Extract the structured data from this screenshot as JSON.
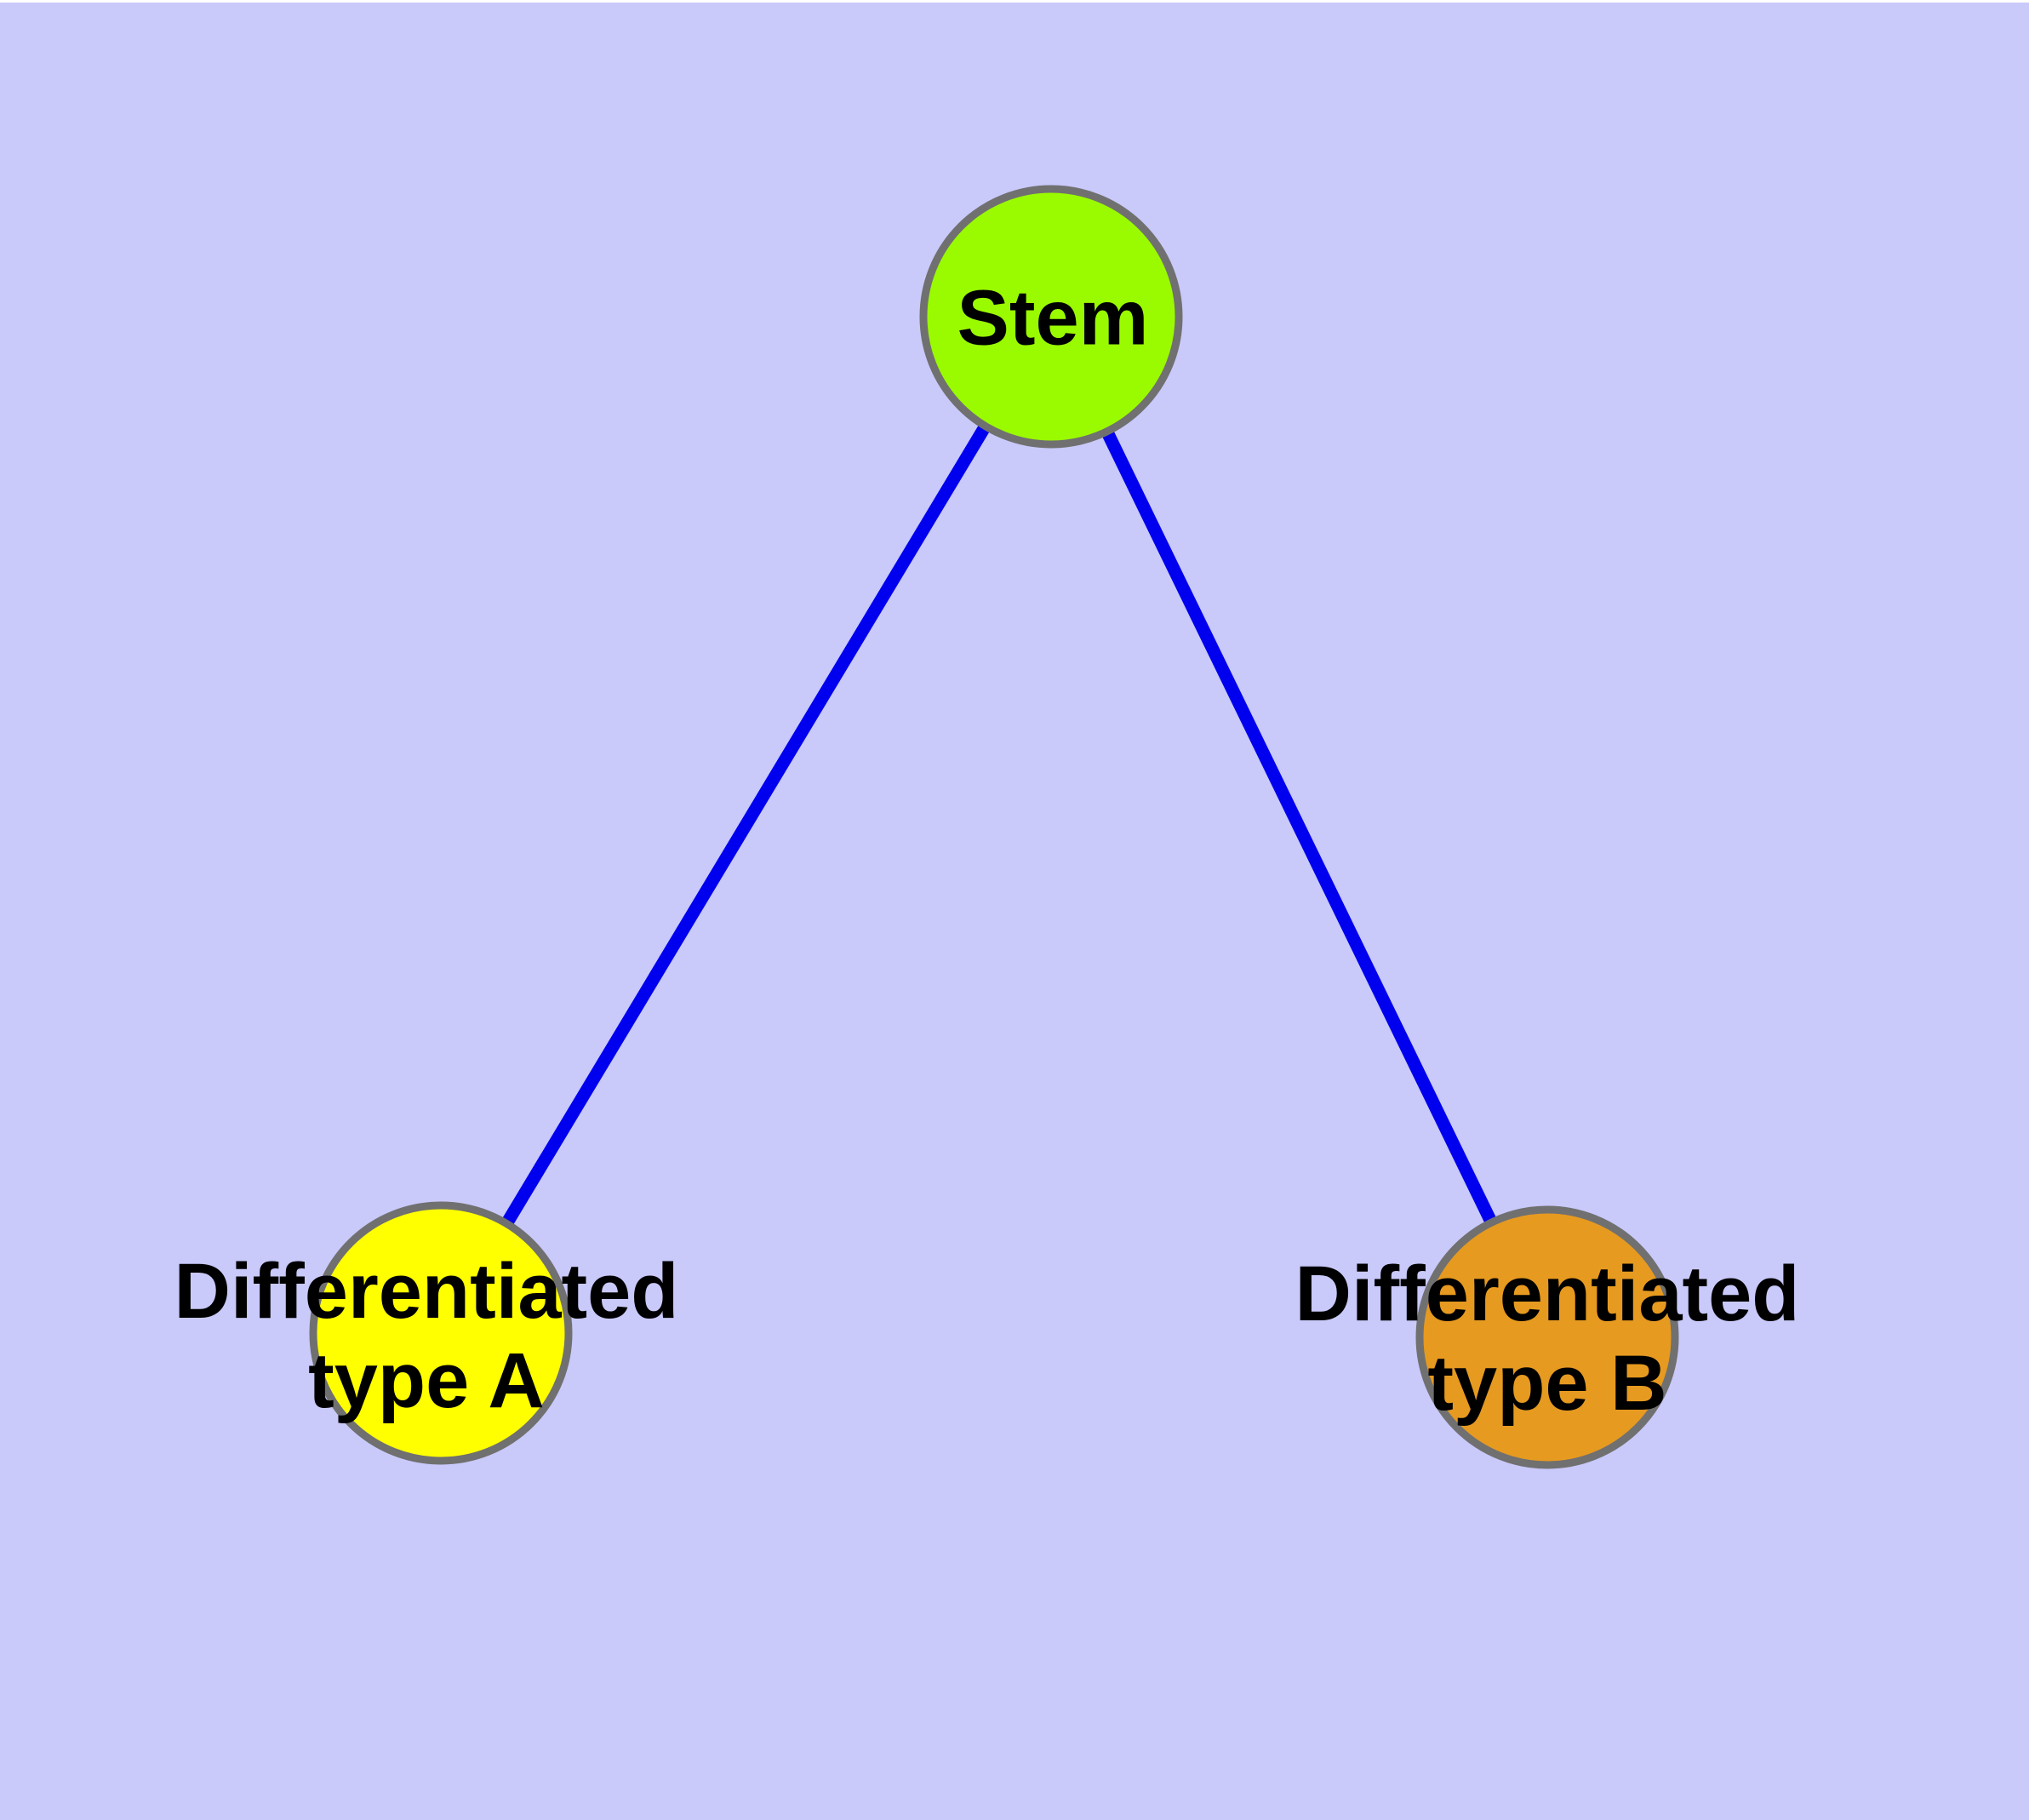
{
  "figure": {
    "background_color": "#C9C9FA",
    "top_margin_color": "#FFFFFF",
    "edge_color": "#0000EE",
    "node_border_color": "#707070",
    "label_color": "#000000",
    "nodes": [
      {
        "id": "stem",
        "label": "Stem",
        "fill": "#9AFB00"
      },
      {
        "id": "differentiated-type-a",
        "label": "Differentiated\ntype A",
        "fill": "#FFFF00"
      },
      {
        "id": "differentiated-type-b",
        "label": "Differentiated\ntype B",
        "fill": "#E69A20"
      }
    ],
    "edges": [
      {
        "from": "stem",
        "to": "differentiated-type-a"
      },
      {
        "from": "stem",
        "to": "differentiated-type-b"
      }
    ]
  }
}
